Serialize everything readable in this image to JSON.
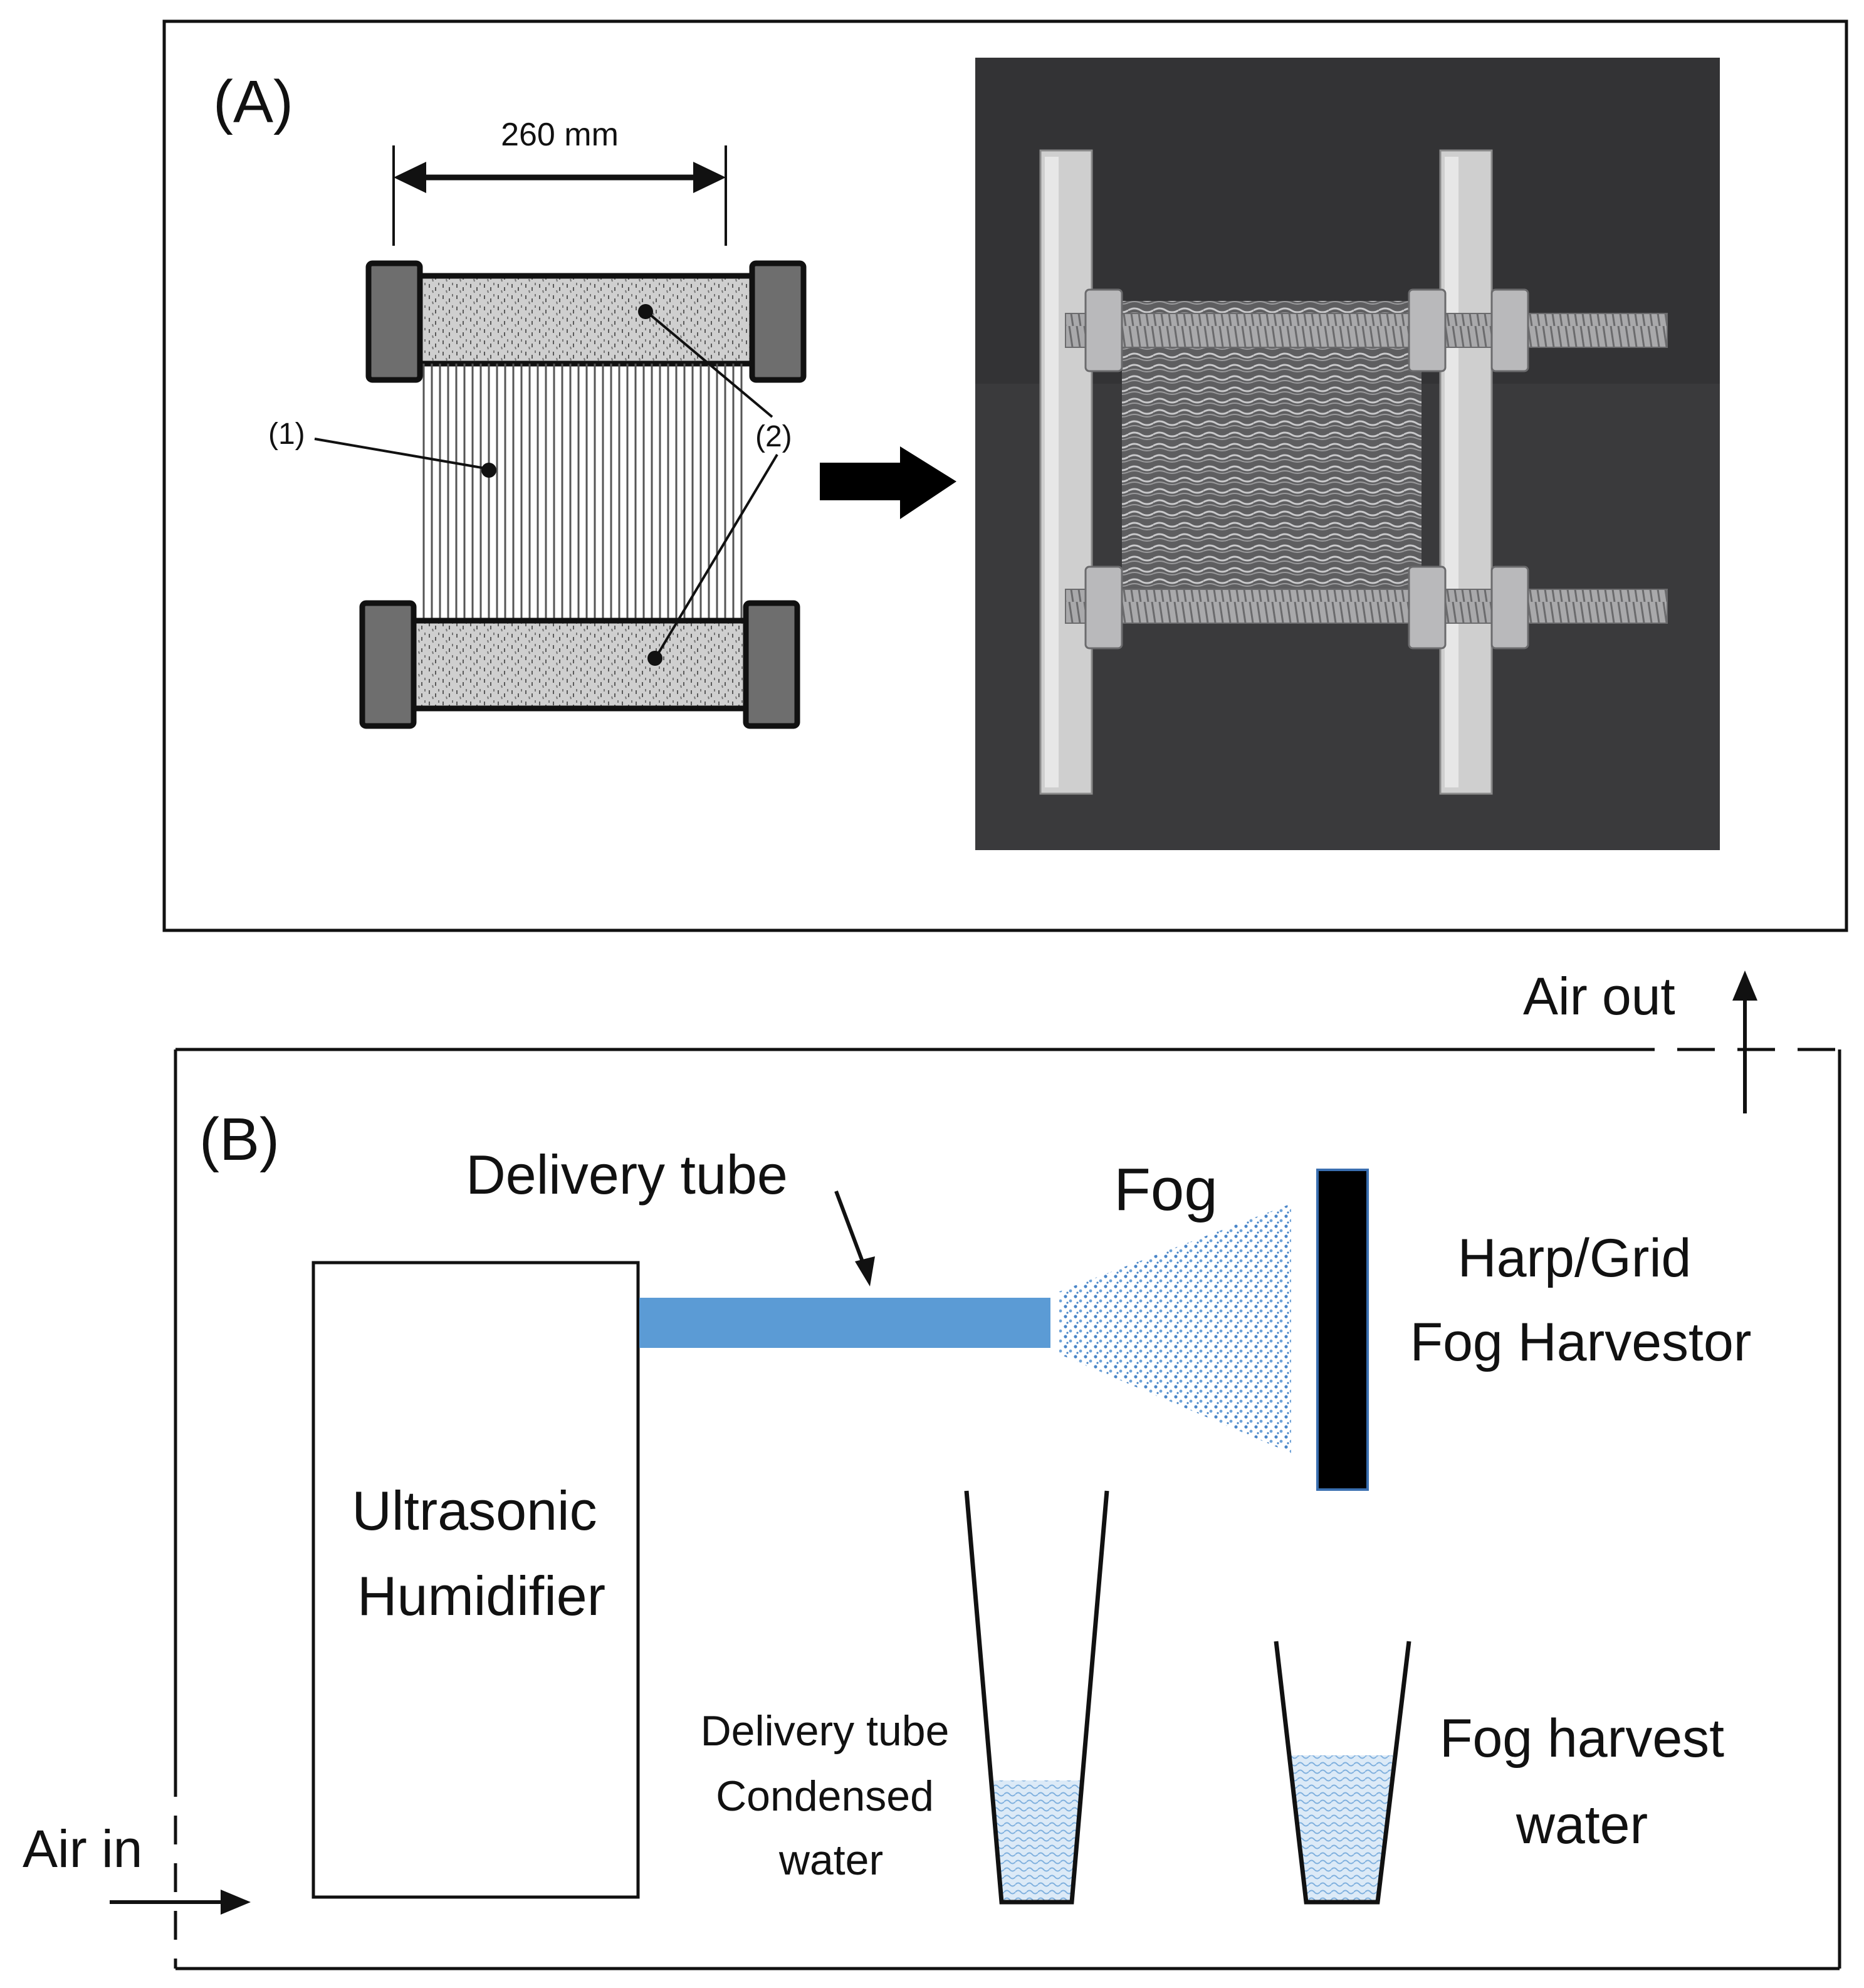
{
  "panel_a": {
    "label": "(A)",
    "dimension_text": "260 mm",
    "callout_1": "(1)",
    "callout_2": "(2)",
    "photo_note": ""
  },
  "panel_b": {
    "label": "(B)",
    "air_out": "Air out",
    "air_in": "Air in",
    "delivery_tube": "Delivery tube",
    "fog": "Fog",
    "harvester_line1": "Harp/Grid",
    "harvester_line2": "Fog Harvestor",
    "humidifier_line1": "Ultrasonic",
    "humidifier_line2": "Humidifier",
    "condensed_line1": "Delivery tube",
    "condensed_line2": "Condensed",
    "condensed_line3": "water",
    "harvest_line1": "Fog harvest",
    "harvest_line2": "water"
  },
  "colors": {
    "tube_blue": "#5b9bd5",
    "fog_blue": "#4a86c8",
    "water_blue": "#bcd7f0",
    "frame_gray": "#6e6e6e",
    "mesh_gray": "#b5b5b5",
    "photo_bg": "#3a3a3c"
  }
}
